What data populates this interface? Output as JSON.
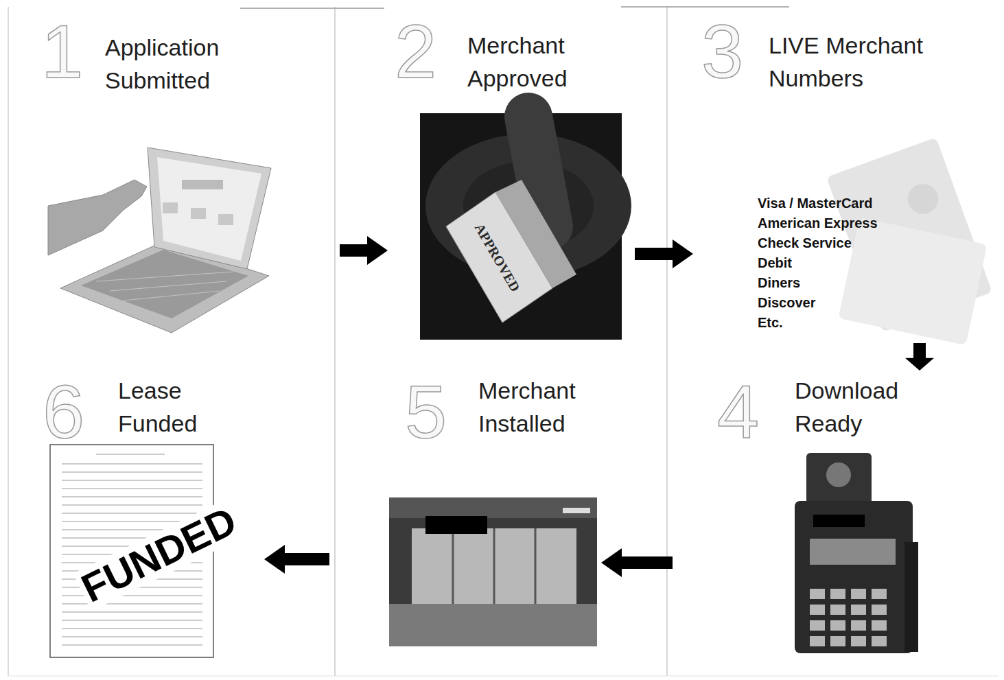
{
  "diagram": {
    "nodes": [
      {
        "text": [
          "1",
          "Application Submitted"
        ]
      },
      {
        "text": [
          "2",
          "Merchant Approved"
        ]
      },
      {
        "text": [
          "3",
          "LIVE Merchant Numbers",
          "Visa / MasterCard",
          "American Express",
          "Check Service",
          "Debit",
          "Diners",
          "Discover",
          "Etc."
        ]
      },
      {
        "text": [
          "4",
          "Download Ready"
        ]
      },
      {
        "text": [
          "5",
          "Merchant Installed"
        ]
      },
      {
        "text": [
          "6",
          "Lease Funded"
        ]
      }
    ],
    "edges": [
      {
        "from": 0,
        "to": 1,
        "arrow": "to"
      },
      {
        "from": 1,
        "to": 2,
        "arrow": "to"
      },
      {
        "from": 2,
        "to": 3,
        "arrow": "to"
      },
      {
        "from": 3,
        "to": 4,
        "arrow": "to"
      },
      {
        "from": 4,
        "to": 5,
        "arrow": "to"
      }
    ],
    "labels": [
      "APPROVED",
      "FUNDED"
    ]
  }
}
